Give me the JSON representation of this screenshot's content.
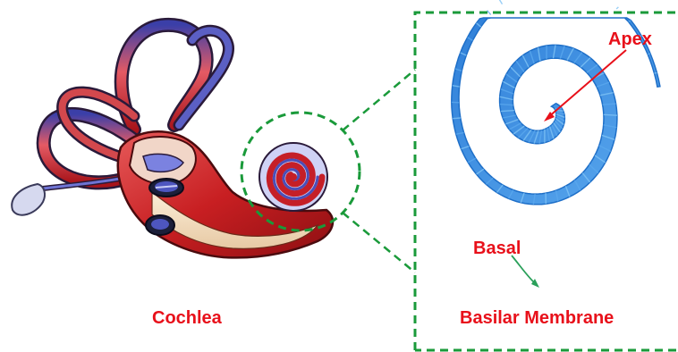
{
  "labels": {
    "cochlea": "Cochlea",
    "basilar_membrane": "Basilar Membrane",
    "apex": "Apex",
    "basal": "Basal"
  },
  "colors": {
    "label_red": "#e8101a",
    "frame_green": "#1a9a3a",
    "basal_arrow_green": "#2aa05a",
    "membrane_blue": "#3d8fe0",
    "membrane_light": "#7fc3f5",
    "tissue_red": "#c8201c",
    "tissue_blue": "#4a4fb8",
    "tissue_cream": "#f3e1c2"
  }
}
